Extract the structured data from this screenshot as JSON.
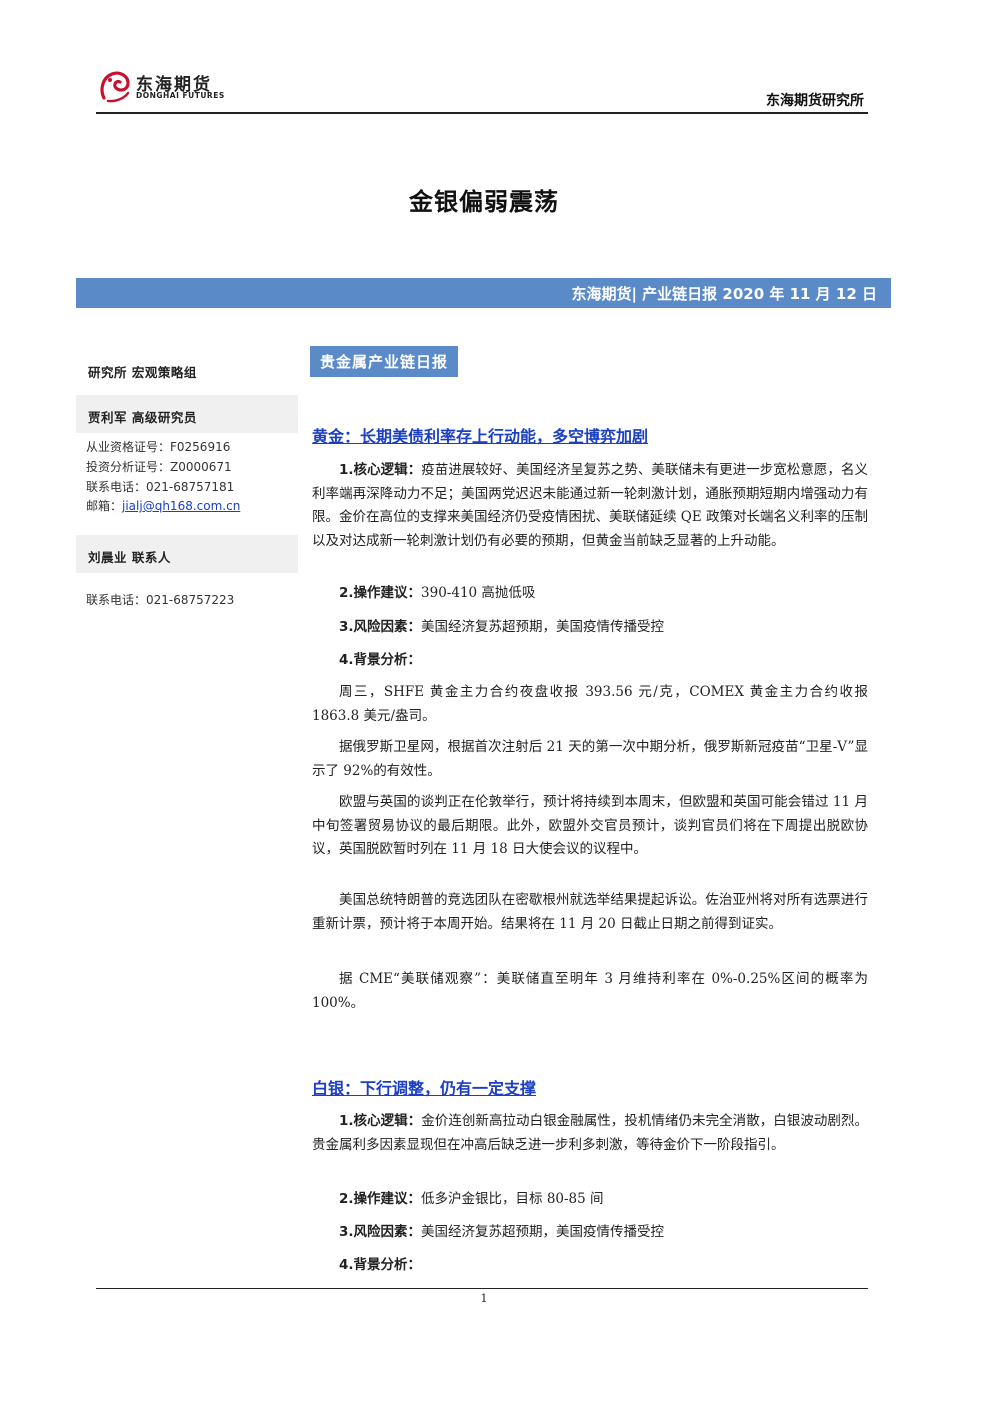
{
  "header": {
    "logo_cn": "东海期货",
    "logo_en": "DONGHAI FUTURES",
    "institute": "东海期货研究所"
  },
  "title": "金银偏弱震荡",
  "banner": "东海期货| 产业链日报 2020 年 11 月 12 日",
  "sidebar": {
    "group": "研究所  宏观策略组",
    "author1": {
      "name": "贾利军  高级研究员",
      "lines": [
        "从业资格证号：F0256916",
        "投资分析证号：Z0000671",
        "联系电话：021-68757181"
      ],
      "email_label": "邮箱：",
      "email": "jialj@qh168.com.cn"
    },
    "author2": {
      "name": "刘晨业    联系人",
      "phone": "联系电话：021-68757223"
    }
  },
  "section_tag": "贵金属产业链日报",
  "gold": {
    "title": "黄金：长期美债利率存上行动能，多空博弈加剧",
    "core_label": "1.核心逻辑：",
    "core_text": "疫苗进展较好、美国经济呈复苏之势、美联储未有更进一步宽松意愿，名义利率端再深降动力不足；美国两党迟迟未能通过新一轮刺激计划，通胀预期短期内增强动力有限。金价在高位的支撑来美国经济仍受疫情困扰、美联储延续 QE 政策对长端名义利率的压制以及对达成新一轮刺激计划仍有必要的预期，但黄金当前缺乏显著的上升动能。",
    "op_label": "2.操作建议：",
    "op_text": "390-410 高抛低吸",
    "risk_label": "3.风险因素：",
    "risk_text": "美国经济复苏超预期，美国疫情传播受控",
    "bg_label": "4.背景分析：",
    "bg_paras": [
      "周三，SHFE 黄金主力合约夜盘收报 393.56 元/克，COMEX 黄金主力合约收报 1863.8 美元/盎司。",
      "据俄罗斯卫星网，根据首次注射后 21 天的第一次中期分析，俄罗斯新冠疫苗“卫星-V”显示了 92%的有效性。",
      "欧盟与英国的谈判正在伦敦举行，预计将持续到本周末，但欧盟和英国可能会错过 11 月中旬签署贸易协议的最后期限。此外，欧盟外交官员预计，谈判官员们将在下周提出脱欧协议，英国脱欧暂时列在 11 月 18 日大使会议的议程中。",
      "美国总统特朗普的竞选团队在密歇根州就选举结果提起诉讼。佐治亚州将对所有选票进行重新计票，预计将于本周开始。结果将在 11 月 20 日截止日期之前得到证实。",
      "据 CME“美联储观察”：美联储直至明年 3 月维持利率在 0%-0.25%区间的概率为 100%。"
    ]
  },
  "silver": {
    "title": "白银：下行调整，仍有一定支撑",
    "core_label": "1.核心逻辑：",
    "core_text": "金价连创新高拉动白银金融属性，投机情绪仍未完全消散，白银波动剧烈。贵金属利多因素显现但在冲高后缺乏进一步利多刺激，等待金价下一阶段指引。",
    "op_label": "2.操作建议：",
    "op_text": "低多沪金银比，目标 80-85 间",
    "risk_label": "3.风险因素：",
    "risk_text": "美国经济复苏超预期，美国疫情传播受控",
    "bg_label": "4.背景分析："
  },
  "footer": {
    "page": "1"
  }
}
